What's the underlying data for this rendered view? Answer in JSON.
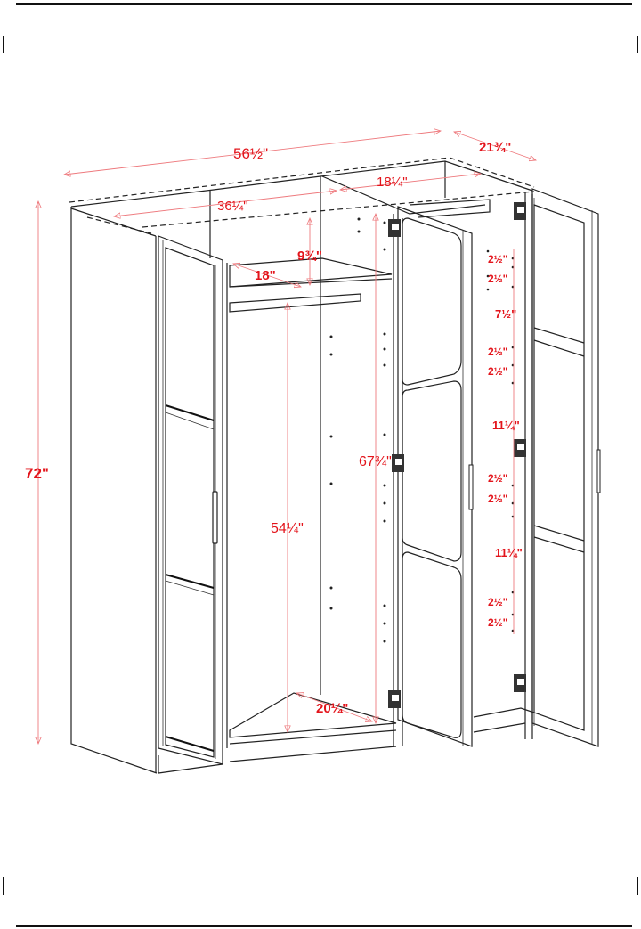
{
  "diagram": {
    "subject": "three-door wardrobe dimension drawing",
    "dimension_color": "#e3141b",
    "line_color": "#222222"
  },
  "dimensions": {
    "overall_width": "56½\"",
    "overall_depth": "21¾\"",
    "overall_height": "72\"",
    "left_section_width": "36¼\"",
    "right_section_depth": "18¼\"",
    "shelf_clearance": "9¾\"",
    "shelf_depth": "18\"",
    "hanging_height": "54¼\"",
    "interior_height": "67¾\"",
    "bottom_depth": "20¼\""
  },
  "shelf_spacing": [
    {
      "label": "2½\""
    },
    {
      "label": "2½\""
    },
    {
      "label": "7½\""
    },
    {
      "label": "2½\""
    },
    {
      "label": "2½\""
    },
    {
      "label": "11¼\""
    },
    {
      "label": "2½\""
    },
    {
      "label": "2½\""
    },
    {
      "label": "11¼\""
    },
    {
      "label": "2½\""
    },
    {
      "label": "2½\""
    }
  ]
}
